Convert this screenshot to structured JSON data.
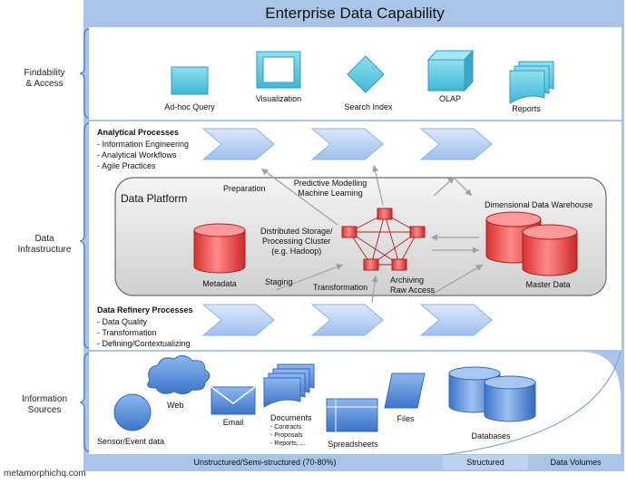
{
  "title": "Enterprise Data Capability",
  "sections": {
    "findability": "Findability\n& Access",
    "infrastructure": "Data\nInfrastructure",
    "sources": "Information\nSources"
  },
  "access_tools": [
    "Ad-hoc Query",
    "Visualization",
    "Search Index",
    "OLAP",
    "Reports"
  ],
  "analytical_processes": {
    "title": "Analytical Processes",
    "items": [
      "- Information Engineering",
      "- Analytical Workflows",
      "- Agile Practices"
    ]
  },
  "data_platform": {
    "title": "Data Platform",
    "preparation": "Preparation",
    "predictive": "Predictive Modelling\nMachine Learning",
    "distributed": "Distributed Storage/\nProcessing Cluster\n(e.g. Hadoop)",
    "dimensional": "Dimensional Data Warehouse",
    "metadata": "Metadata",
    "staging": "Staging",
    "transformation": "Transformation",
    "archiving": "Archiving\nRaw Access",
    "master": "Master Data"
  },
  "refinery_processes": {
    "title": "Data Refinery Processes",
    "items": [
      "- Data Quality",
      "- Transformation",
      "- Defining/Contextualizing"
    ]
  },
  "sources": {
    "web": "Web",
    "sensor": "Sensor/Event data",
    "email": "Email",
    "documents": "Documents",
    "documents_items": [
      "- Contracts",
      "- Proposals",
      "- Reports, ..."
    ],
    "spreadsheets": "Spreadsheets",
    "files": "Files",
    "databases": "Databases"
  },
  "footer": {
    "unstructured": "Unstructured/Semi-structured (70-80%)",
    "structured": "Structured",
    "volumes": "Data Volumes"
  },
  "credit": "metamorphichq.com",
  "colors": {
    "band": "#a9c4e6",
    "panel": "#ffffff",
    "cyan": "#5ec8e0",
    "blue": "#4a86d8",
    "red": "#e03a3a",
    "platform": "#dedede"
  }
}
